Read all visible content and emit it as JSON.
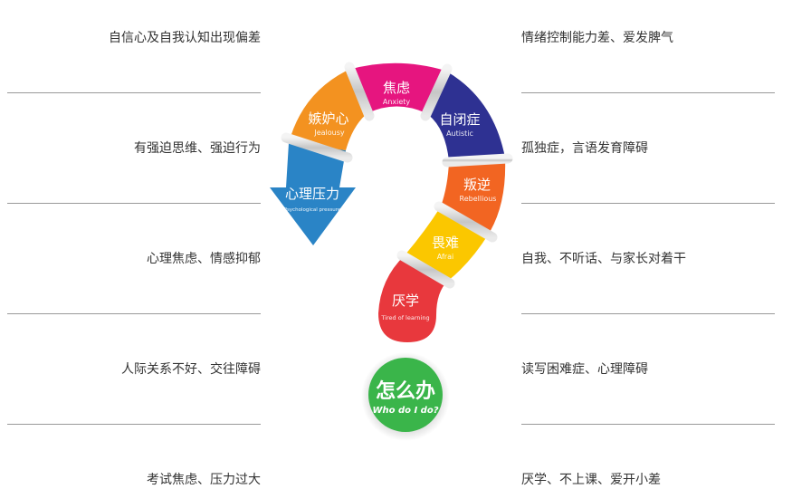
{
  "left_items": [
    "自信心及自我认知出现偏差",
    "有强迫思维、强迫行为",
    "心理焦虑、情感抑郁",
    "人际关系不好、交往障碍",
    "考试焦虑、压力过大"
  ],
  "right_items": [
    "情绪控制能力差、爱发脾气",
    "孤独症，言语发育障碍",
    "自我、不听话、与家长对着干",
    "读写困难症、心理障碍",
    "厌学、不上课、爱开小差"
  ],
  "segments": [
    {
      "title": "心理压力",
      "subtitle": "Psychological pressure",
      "color": "#2a84c6"
    },
    {
      "title": "嫉妒心",
      "subtitle": "Jealousy",
      "color": "#f39220"
    },
    {
      "title": "焦虑",
      "subtitle": "Anxiety",
      "color": "#e6157f"
    },
    {
      "title": "自闭症",
      "subtitle": "Autistic",
      "color": "#2e3192"
    },
    {
      "title": "叛逆",
      "subtitle": "Rebellious",
      "color": "#f26522"
    },
    {
      "title": "畏难",
      "subtitle": "Afrai",
      "color": "#fbc700"
    },
    {
      "title": "厌学",
      "subtitle": "Tired of learning",
      "color": "#e8383d"
    }
  ],
  "ball": {
    "title": "怎么办",
    "subtitle": "Who do I do?",
    "color": "#3ab54a"
  }
}
